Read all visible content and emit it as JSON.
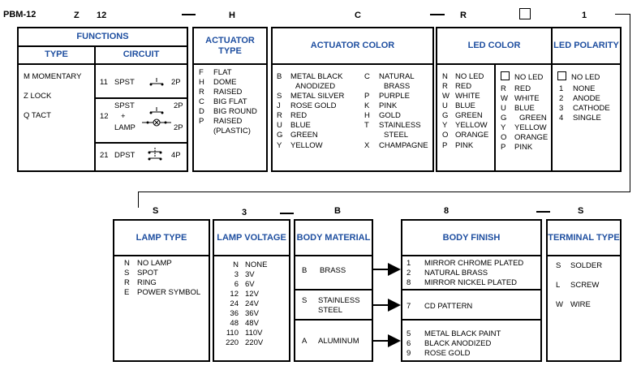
{
  "part_number": "PBM-12",
  "codes_top": [
    "Z",
    "12",
    "H",
    "C",
    "R",
    "1"
  ],
  "codes_bottom": [
    "S",
    "3",
    "B",
    "8",
    "S"
  ],
  "functions": {
    "title": "FUNCTIONS",
    "type_header": "TYPE",
    "circuit_header": "CIRCUIT",
    "types": [
      "M  MOMENTARY",
      "Z  LOCK",
      "Q  TACT"
    ],
    "circuits": [
      {
        "code": "11",
        "name": "SPST",
        "out": "2P"
      },
      {
        "code": "12",
        "name": "SPST",
        "plus": "+",
        "lamp": "LAMP",
        "out1": "2P",
        "out2": "2P"
      },
      {
        "code": "21",
        "name": "DPST",
        "out": "4P"
      }
    ]
  },
  "actuator_type": {
    "title": "ACTUATOR TYPE",
    "letters": [
      "F",
      "H",
      "R",
      "C",
      "D",
      "P"
    ],
    "items": [
      "FLAT",
      "DOME",
      "RAISED",
      "BIG FLAT",
      "BIG ROUND",
      "RAISED",
      "(PLASTIC)"
    ]
  },
  "actuator_color": {
    "title": "ACTUATOR COLOR",
    "left_letters": [
      "B",
      "",
      "S",
      "J",
      "R",
      "U",
      "G",
      "Y"
    ],
    "left_items": [
      "METAL BLACK",
      "ANODIZED",
      "METAL SILVER",
      "ROSE GOLD",
      "RED",
      "BLUE",
      "GREEN",
      "YELLOW"
    ],
    "right_letters": [
      "C",
      "",
      "P",
      "K",
      "H",
      "T",
      "",
      "X"
    ],
    "right_items": [
      "NATURAL",
      "BRASS",
      "PURPLE",
      "PINK",
      "GOLD",
      "STAINLESS",
      "STEEL",
      "CHAMPAGNE"
    ]
  },
  "led_color": {
    "title": "LED COLOR",
    "left_letters": [
      "N",
      "R",
      "W",
      "U",
      "G",
      "Y",
      "O",
      "P"
    ],
    "left_items": [
      "NO LED",
      "RED",
      "WHITE",
      "BLUE",
      "GREEN",
      "YELLOW",
      "ORANGE",
      "PINK"
    ],
    "right_first": "NO LED",
    "right_letters": [
      "R",
      "W",
      "U",
      "G",
      "Y",
      "O",
      "P"
    ],
    "right_items": [
      "RED",
      "WHITE",
      "BLUE",
      "GREEN",
      "YELLOW",
      "ORANGE",
      "PINK"
    ]
  },
  "led_polarity": {
    "title": "LED POLARITY",
    "first": "NO LED",
    "letters": [
      "1",
      "2",
      "3",
      "4"
    ],
    "items": [
      "NONE",
      "ANODE",
      "CATHODE",
      "SINGLE"
    ]
  },
  "lamp_type": {
    "title": "LAMP TYPE",
    "letters": [
      "N",
      "S",
      "R",
      "E"
    ],
    "items": [
      "NO LAMP",
      "SPOT",
      "RING",
      "POWER SYMBOL"
    ]
  },
  "lamp_voltage": {
    "title": "LAMP VOLTAGE",
    "codes": [
      "N",
      "3",
      "6",
      "12",
      "24",
      "36",
      "48",
      "110",
      "220"
    ],
    "values": [
      "NONE",
      "3V",
      "6V",
      "12V",
      "24V",
      "36V",
      "48V",
      "110V",
      "220V"
    ]
  },
  "body_material": {
    "title": "BODY MATERIAL",
    "items": [
      {
        "code": "B",
        "label": "BRASS"
      },
      {
        "code": "S",
        "label": "STAINLESS",
        "label2": "STEEL"
      },
      {
        "code": "A",
        "label": "ALUMINUM"
      }
    ]
  },
  "body_finish": {
    "title": "BODY FINISH",
    "group1_codes": [
      "1",
      "2",
      "8"
    ],
    "group1": [
      "MIRROR CHROME PLATED",
      "NATURAL BRASS",
      "MIRROR NICKEL PLATED"
    ],
    "group2_codes": [
      "7"
    ],
    "group2": [
      "CD PATTERN"
    ],
    "group3_codes": [
      "5",
      "6",
      "9"
    ],
    "group3": [
      "METAL BLACK PAINT",
      "BLACK ANODIZED",
      "ROSE GOLD"
    ]
  },
  "terminal_type": {
    "title": "TERMINAL TYPE",
    "letters": [
      "S",
      "L",
      "W"
    ],
    "items": [
      "SOLDER",
      "SCREW",
      "WIRE"
    ]
  }
}
